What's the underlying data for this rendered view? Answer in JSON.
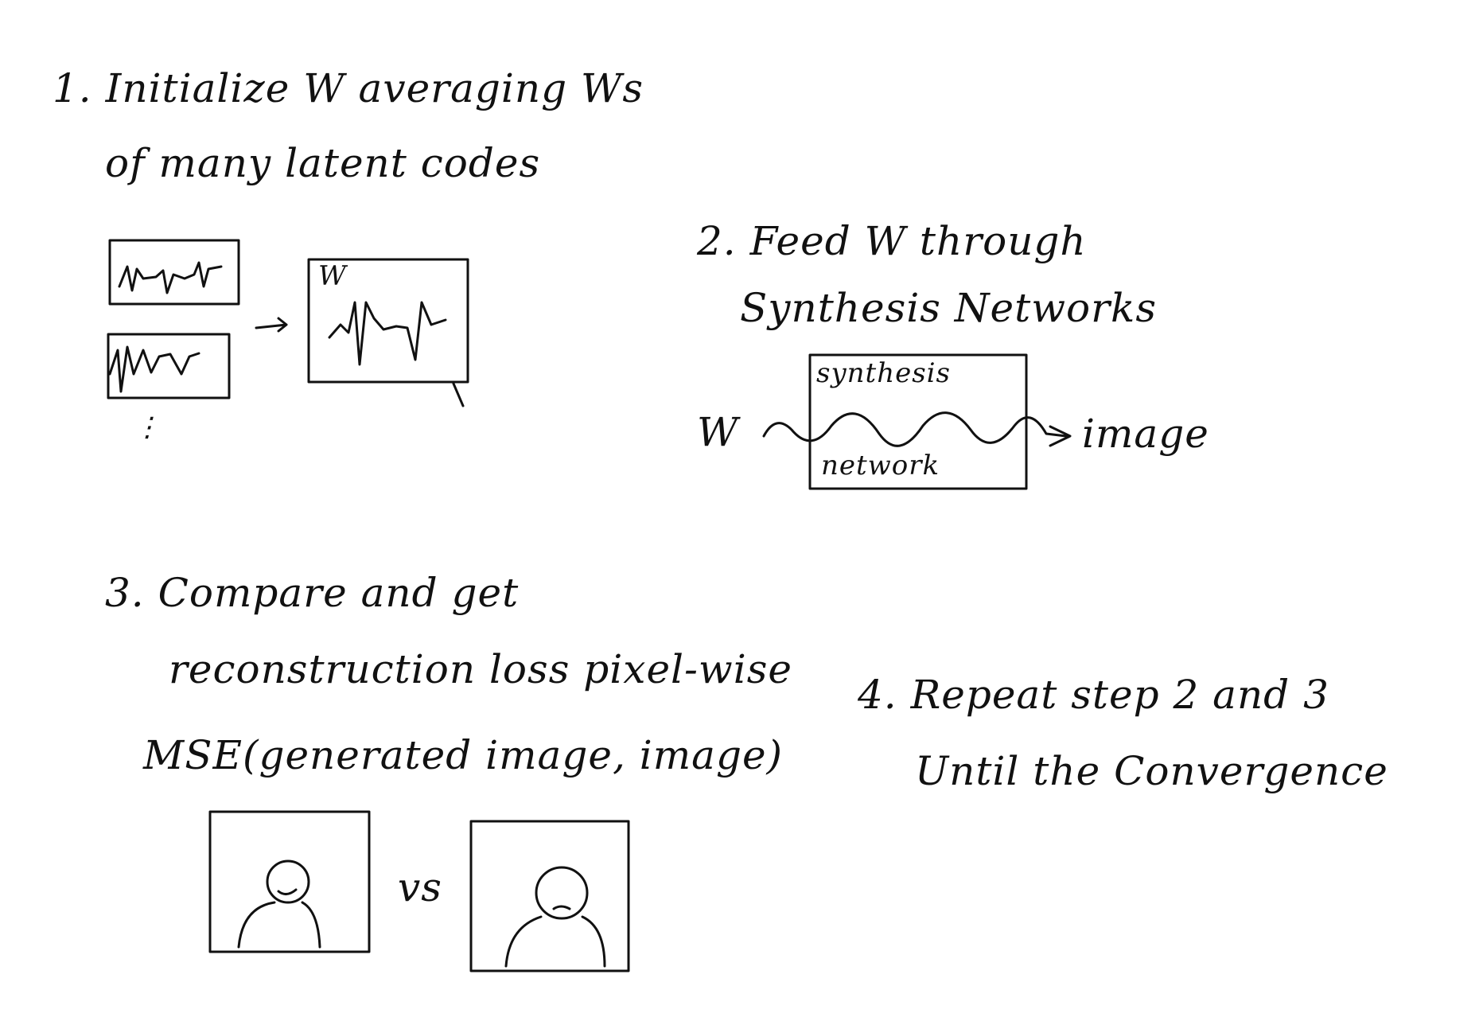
{
  "step1": {
    "line1": "1. Initialize W averaging Ws",
    "line2": "of many latent codes",
    "box_label": "W",
    "ellipsis": "⋮"
  },
  "step2": {
    "line1": "2. Feed W through",
    "line2": "Synthesis Networks",
    "input_label": "W",
    "box_top": "synthesis",
    "box_bottom": "network",
    "output_label": "image"
  },
  "step3": {
    "line1": "3. Compare and get",
    "line2": "reconstruction loss pixel-wise",
    "formula": "MSE(generated image, image)",
    "vs": "vs"
  },
  "step4": {
    "line1": "4. Repeat step 2 and 3",
    "line2": "Until the Convergence"
  }
}
